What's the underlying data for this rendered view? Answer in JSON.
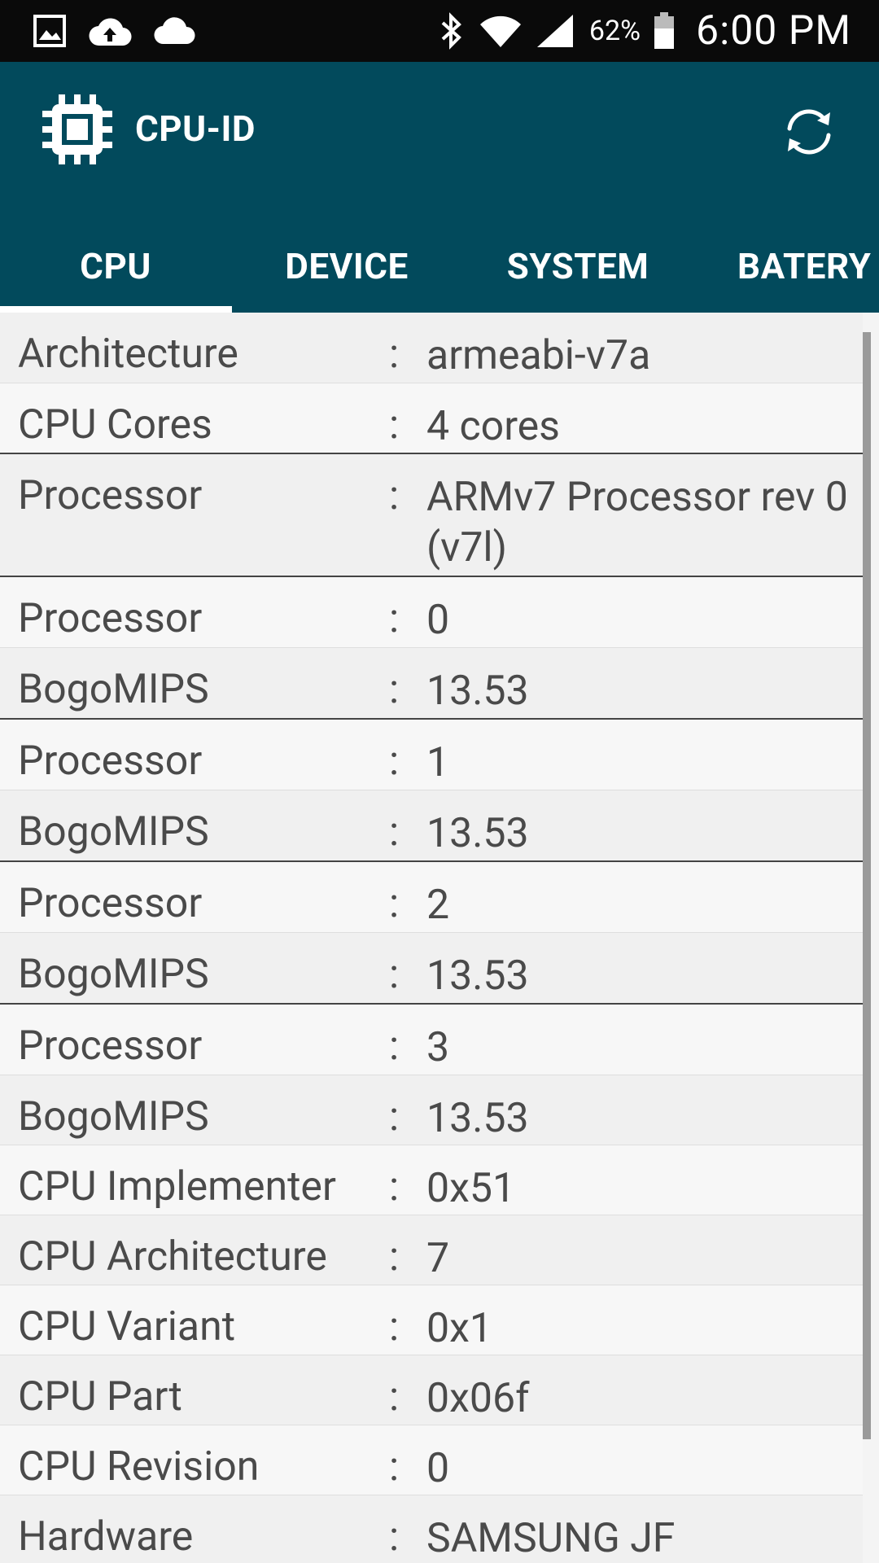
{
  "status_bar": {
    "battery": "62%",
    "time": "6:00 PM",
    "left_icons": [
      "image-icon",
      "cloud-upload-icon",
      "cloud-icon"
    ],
    "right_icons": [
      "bluetooth-icon",
      "wifi-icon",
      "signal-icon",
      "battery-icon"
    ]
  },
  "app": {
    "title": "CPU-ID",
    "brand_color": "#024a5c"
  },
  "tabs": [
    {
      "label": "CPU",
      "active": true
    },
    {
      "label": "DEVICE",
      "active": false
    },
    {
      "label": "SYSTEM",
      "active": false
    },
    {
      "label": "BATERY",
      "active": false
    }
  ],
  "rows": [
    {
      "key": "Architecture",
      "sep": ":",
      "value": "armeabi-v7a"
    },
    {
      "key": "CPU Cores",
      "sep": ":",
      "value": "4 cores"
    },
    {
      "key": "Processor",
      "sep": ":",
      "value": "ARMv7 Processor rev 0 (v7l)"
    },
    {
      "key": "Processor",
      "sep": ":",
      "value": "0"
    },
    {
      "key": "BogoMIPS",
      "sep": ":",
      "value": "13.53"
    },
    {
      "key": "Processor",
      "sep": ":",
      "value": "1"
    },
    {
      "key": "BogoMIPS",
      "sep": ":",
      "value": "13.53"
    },
    {
      "key": "Processor",
      "sep": ":",
      "value": "2"
    },
    {
      "key": "BogoMIPS",
      "sep": ":",
      "value": "13.53"
    },
    {
      "key": "Processor",
      "sep": ":",
      "value": "3"
    },
    {
      "key": "BogoMIPS",
      "sep": ":",
      "value": "13.53"
    },
    {
      "key": "CPU Implementer",
      "sep": ":",
      "value": "0x51"
    },
    {
      "key": "CPU Architecture",
      "sep": ":",
      "value": "7"
    },
    {
      "key": "CPU Variant",
      "sep": ":",
      "value": "0x1"
    },
    {
      "key": "CPU Part",
      "sep": ":",
      "value": "0x06f"
    },
    {
      "key": "CPU Revision",
      "sep": ":",
      "value": "0"
    },
    {
      "key": "Hardware",
      "sep": ":",
      "value": "SAMSUNG JF"
    }
  ]
}
